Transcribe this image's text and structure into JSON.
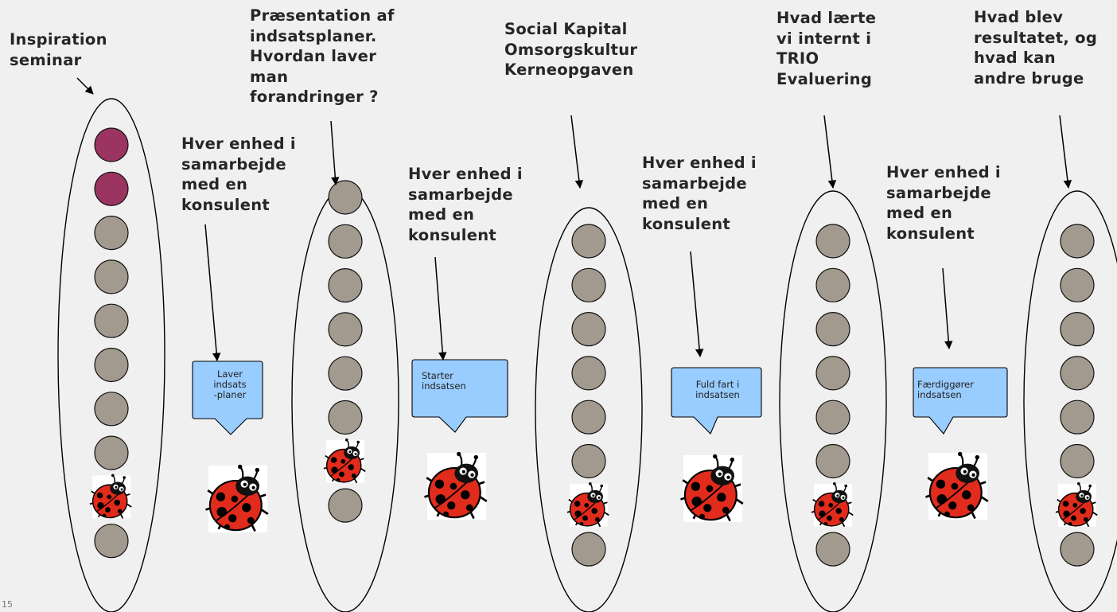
{
  "slide_number": "15",
  "phases": [
    {
      "label_lines": [
        "Inspiration",
        "seminar"
      ],
      "dot_colors": [
        "#9b3461",
        "#9b3461",
        "#a39a8f",
        "#a39a8f",
        "#a39a8f",
        "#a39a8f",
        "#a39a8f",
        "#a39a8f",
        "ladybug",
        "#a39a8f"
      ]
    },
    {
      "label_lines": [
        "Præsentation af",
        "indsatsplaner.",
        "Hvordan laver",
        "man",
        "forandringer ?"
      ],
      "dot_colors": [
        "#a39a8f",
        "#a39a8f",
        "#a39a8f",
        "#a39a8f",
        "#a39a8f",
        "#a39a8f",
        "ladybug",
        "#a39a8f"
      ]
    },
    {
      "label_lines": [
        "Social Kapital",
        "Omsorgskultur",
        "Kerneopgaven"
      ],
      "dot_colors": [
        "#a39a8f",
        "#a39a8f",
        "#a39a8f",
        "#a39a8f",
        "#a39a8f",
        "#a39a8f",
        "ladybug",
        "#a39a8f"
      ]
    },
    {
      "label_lines": [
        "Hvad lærte",
        "vi internt i",
        "TRIO",
        "Evaluering"
      ],
      "dot_colors": [
        "#a39a8f",
        "#a39a8f",
        "#a39a8f",
        "#a39a8f",
        "#a39a8f",
        "#a39a8f",
        "ladybug",
        "#a39a8f"
      ]
    },
    {
      "label_lines": [
        "Hvad blev",
        "resultatet, og",
        "hvad kan",
        "andre bruge"
      ],
      "dot_colors": [
        "#a39a8f",
        "#a39a8f",
        "#a39a8f",
        "#a39a8f",
        "#a39a8f",
        "#a39a8f",
        "ladybug",
        "#a39a8f"
      ]
    }
  ],
  "transitions": [
    {
      "label_lines": [
        "Hver enhed i",
        "samarbejde",
        "med en",
        "konsulent"
      ],
      "bubble_lines": [
        "Laver",
        "indsats",
        "-planer"
      ]
    },
    {
      "label_lines": [
        "Hver enhed i",
        "samarbejde",
        "med en",
        "konsulent"
      ],
      "bubble_lines": [
        "Starter",
        "indsatsen"
      ]
    },
    {
      "label_lines": [
        "Hver enhed i",
        "samarbejde",
        "med en",
        "konsulent"
      ],
      "bubble_lines": [
        "Fuld fart i",
        "indsatsen"
      ]
    },
    {
      "label_lines": [
        "Hver enhed i",
        "samarbejde",
        "med en",
        "konsulent"
      ],
      "bubble_lines": [
        "Færdiggører",
        "indsatsen"
      ]
    }
  ],
  "colors": {
    "background": "#f0f0f0",
    "dot_purple": "#9b3461",
    "dot_gray": "#a39a8f",
    "bubble_fill": "#99ccff",
    "ladybug_red": "#e12b1c",
    "text": "#262626"
  }
}
